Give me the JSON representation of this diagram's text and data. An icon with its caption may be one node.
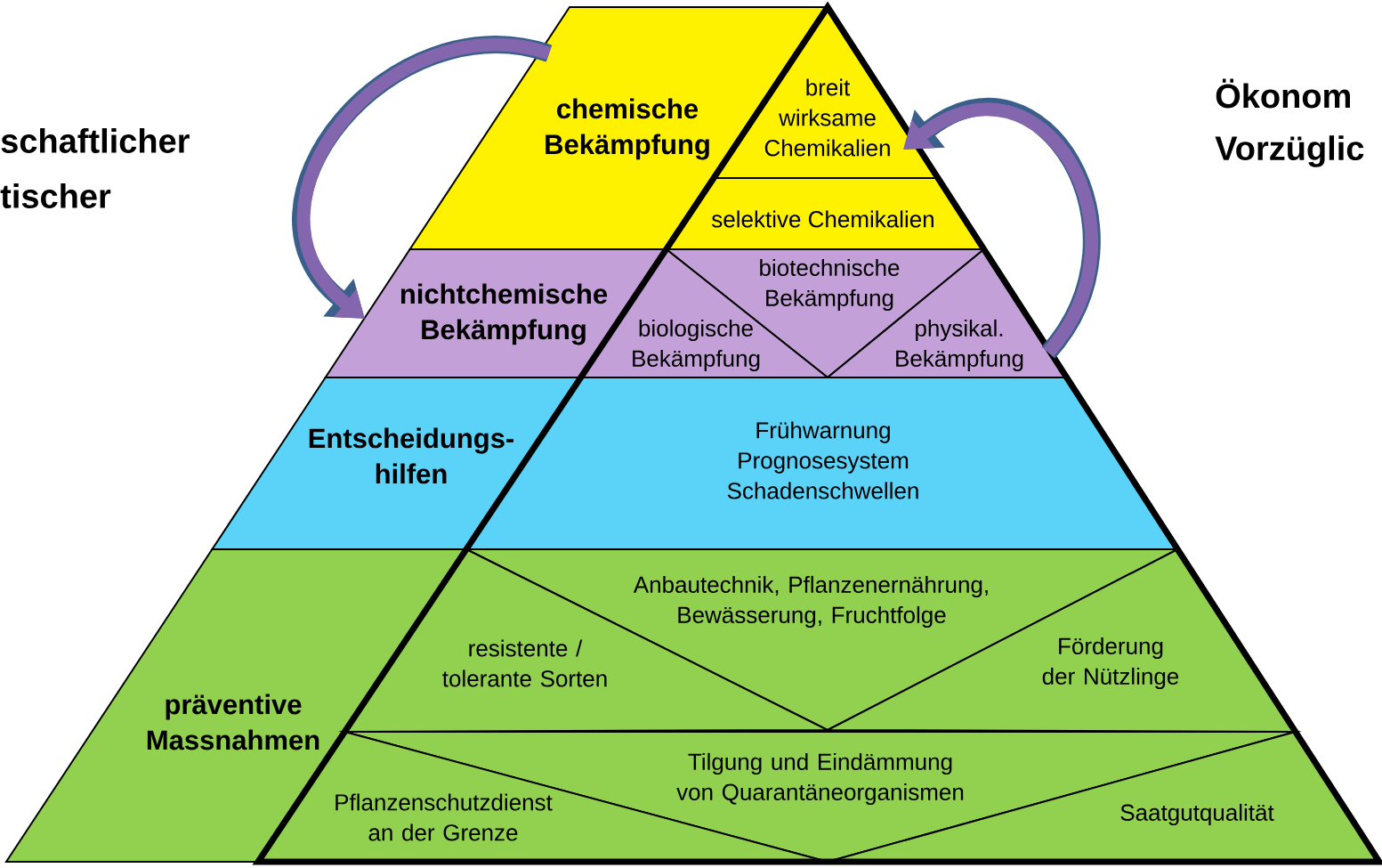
{
  "diagram": {
    "nodes": [
      {
        "text": [
          "chemische Bekämpfung"
        ]
      },
      {
        "text": [
          "breit wirksame Chemikalien"
        ]
      },
      {
        "text": [
          "selektive Chemikalien"
        ]
      },
      {
        "text": [
          "nichtchemische Bekämpfung"
        ]
      },
      {
        "text": [
          "biotechnische Bekämpfung"
        ]
      },
      {
        "text": [
          "biologische Bekämpfung"
        ]
      },
      {
        "text": [
          "physikal. Bekämpfung"
        ]
      },
      {
        "text": [
          "Entscheidungs-hilfen"
        ]
      },
      {
        "text": [
          "Frühwarnung Prognosesystem Schadenschwellen"
        ]
      },
      {
        "text": [
          "präventive Massnahmen"
        ]
      },
      {
        "text": [
          "Anbautechnik, Pflanzenernährung, Bewässerung, Fruchtfolge"
        ]
      },
      {
        "text": [
          "resistente / tolerante Sorten"
        ]
      },
      {
        "text": [
          "Förderung der Nützlinge"
        ]
      },
      {
        "text": [
          "Tilgung und Eindämmung von Quarantäneorganismen"
        ]
      },
      {
        "text": [
          "Pflanzenschutzdienst an der Grenze"
        ]
      },
      {
        "text": [
          "Saatgutqualität"
        ]
      }
    ],
    "edges": [
      {
        "from": 0,
        "to": 3,
        "arrow": "to"
      },
      {
        "from": 6,
        "to": 1,
        "arrow": "to"
      }
    ],
    "labels": [
      "schaftlicher",
      "tischer",
      "Ökonom",
      "Vorzüglic"
    ]
  }
}
